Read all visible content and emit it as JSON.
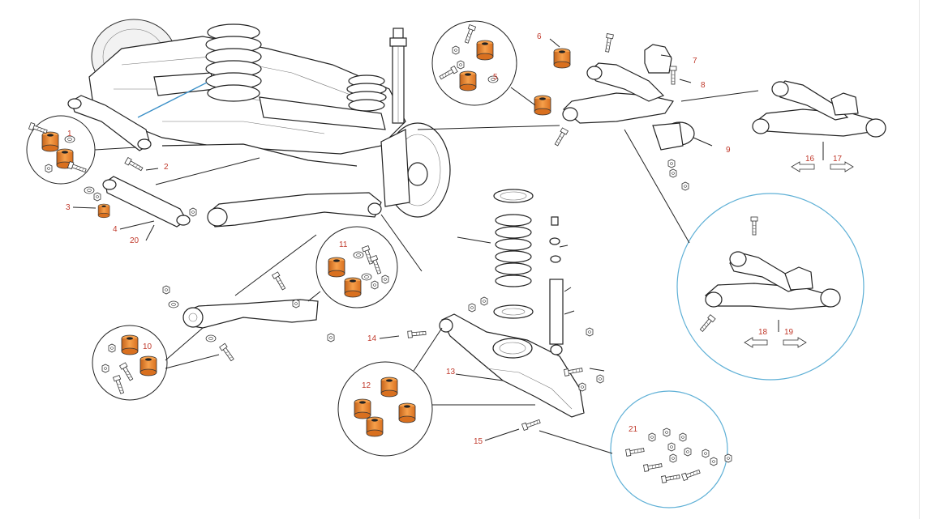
{
  "colors": {
    "bushing": "#f08a2c",
    "bushing_dark": "#c4631a",
    "label": "#c0392b",
    "line": "#222222",
    "circle_black": "#222222",
    "circle_blue": "#5fb0d6"
  },
  "labels": {
    "l1": "1",
    "l2": "2",
    "l3": "3",
    "l4": "4",
    "l5": "5",
    "l6": "6",
    "l7": "7",
    "l8": "8",
    "l9": "9",
    "l10": "10",
    "l11": "11",
    "l12": "12",
    "l13": "13",
    "l14": "14",
    "l15": "15",
    "l16": "16",
    "l17": "17",
    "l18": "18",
    "l19": "19",
    "l20": "20",
    "l21": "21"
  },
  "icons": {
    "arrow_16": "arrow-left-icon",
    "arrow_17": "arrow-right-icon",
    "arrow_18": "arrow-left-icon",
    "arrow_19": "arrow-right-icon"
  }
}
